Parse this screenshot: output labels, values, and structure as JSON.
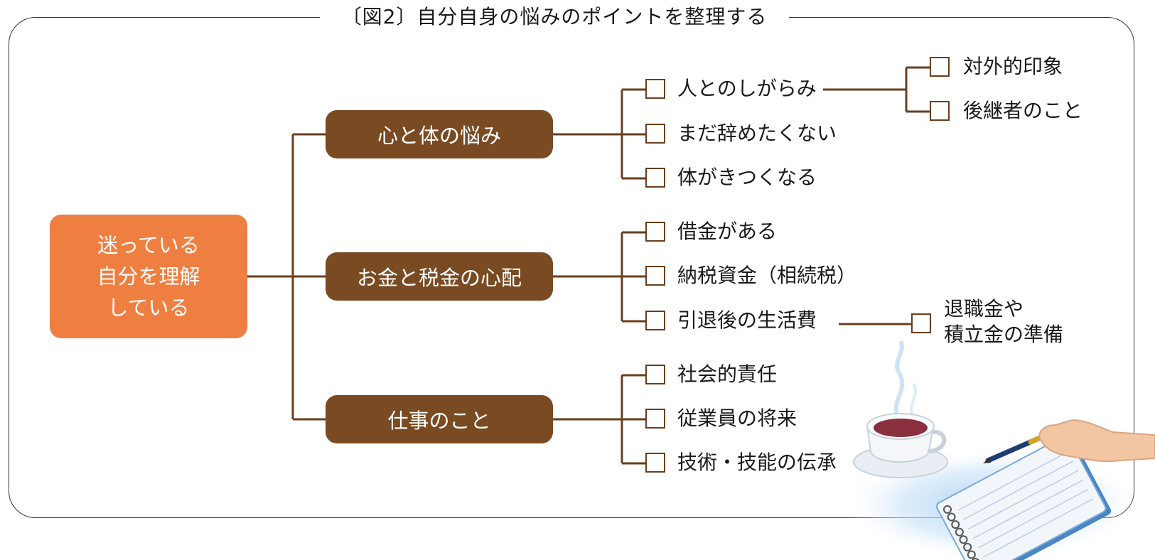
{
  "title": "〔図2〕自分自身の悩みのポイントを整理する",
  "root": {
    "line1": "迷っている",
    "line2": "自分を理解",
    "line3": "している"
  },
  "categories": [
    {
      "label": "心と体の悩み",
      "items": [
        {
          "label": "人とのしがらみ",
          "subitems": [
            {
              "label": "対外的印象"
            },
            {
              "label": "後継者のこと"
            }
          ]
        },
        {
          "label": "まだ辞めたくない"
        },
        {
          "label": "体がきつくなる"
        }
      ]
    },
    {
      "label": "お金と税金の心配",
      "items": [
        {
          "label": "借金がある"
        },
        {
          "label": "納税資金（相続税）"
        },
        {
          "label": "引退後の生活費",
          "subitems": [
            {
              "line1": "退職金や",
              "line2": "積立金の準備"
            }
          ]
        }
      ]
    },
    {
      "label": "仕事のこと",
      "items": [
        {
          "label": "社会的責任"
        },
        {
          "label": "従業員の将来"
        },
        {
          "label": "技術・技能の伝承"
        }
      ]
    }
  ],
  "colors": {
    "root": "#ef7f40",
    "category": "#7a4a22",
    "connector": "#6b3e1c"
  }
}
